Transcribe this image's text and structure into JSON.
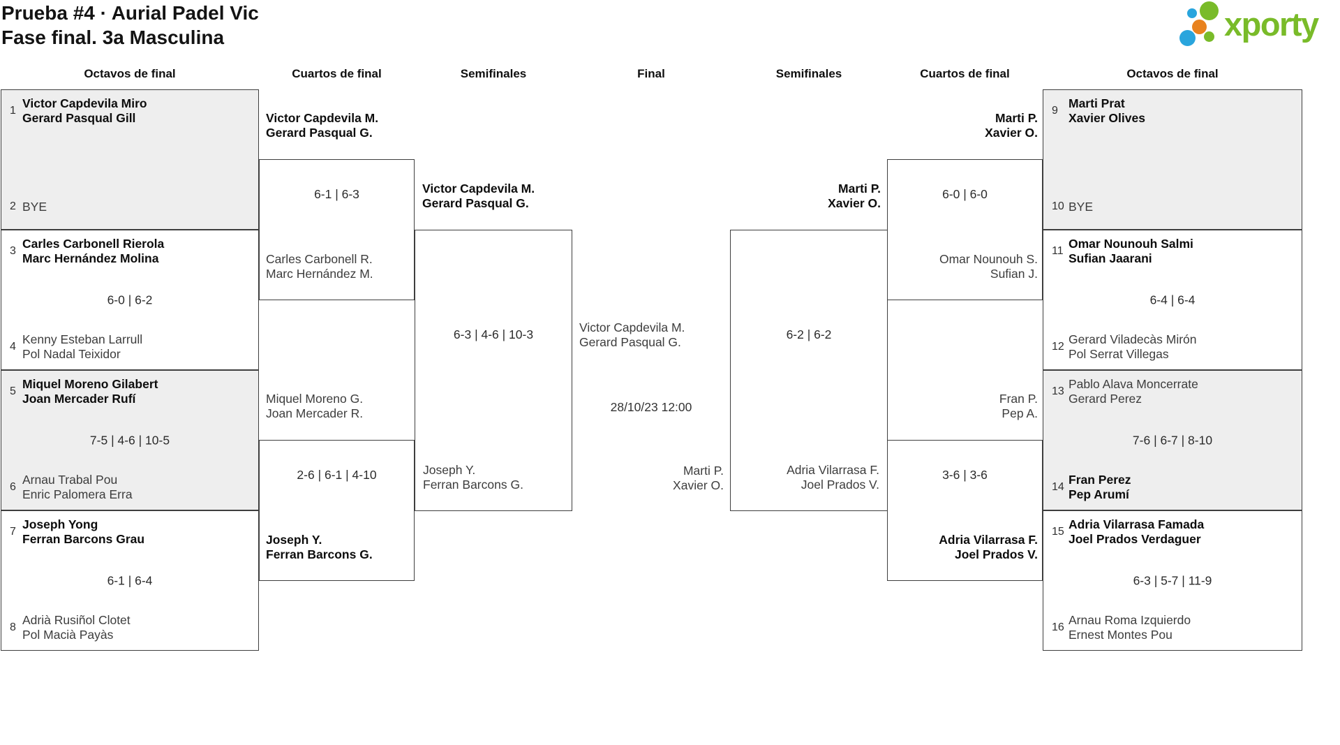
{
  "page_background": "#ffffff",
  "title": {
    "line1": "Prueba #4 · Aurial Padel Vic",
    "line2": "Fase final. 3a Masculina"
  },
  "logo": {
    "wordmark": "xporty",
    "green": "#79bb29",
    "blue": "#29a5dd",
    "orange": "#e8821e"
  },
  "round_headers": {
    "octavos_left": "Octavos de final",
    "cuartos_left": "Cuartos de final",
    "semifinals_left": "Semifinales",
    "final": "Final",
    "semifinals_right": "Semifinales",
    "cuartos_right": "Cuartos de final",
    "octavos_right": "Octavos de final"
  },
  "octavos_left": [
    {
      "top_seed": "1",
      "top1": "Victor Capdevila Miro",
      "top2": "Gerard Pasqual Gill",
      "score": "",
      "bottom_seed": "2",
      "bottom1": "BYE",
      "bottom2": ""
    },
    {
      "top_seed": "3",
      "top1": "Carles Carbonell Rierola",
      "top2": "Marc Hernández Molina",
      "score": "6-0 | 6-2",
      "bottom_seed": "4",
      "bottom1": "Kenny Esteban Larrull",
      "bottom2": "Pol Nadal Teixidor"
    },
    {
      "top_seed": "5",
      "top1": "Miquel Moreno Gilabert",
      "top2": "Joan Mercader Rufí",
      "score": "7-5 | 4-6 | 10-5",
      "bottom_seed": "6",
      "bottom1": "Arnau Trabal Pou",
      "bottom2": "Enric Palomera Erra"
    },
    {
      "top_seed": "7",
      "top1": "Joseph Yong",
      "top2": "Ferran Barcons Grau",
      "score": "6-1 | 6-4",
      "bottom_seed": "8",
      "bottom1": "Adrià Rusiñol Clotet",
      "bottom2": "Pol Macià Payàs"
    }
  ],
  "octavos_right": [
    {
      "top_seed": "9",
      "top1": "Marti Prat",
      "top2": "Xavier Olives",
      "score": "",
      "bottom_seed": "10",
      "bottom1": "BYE",
      "bottom2": ""
    },
    {
      "top_seed": "11",
      "top1": "Omar Nounouh Salmi",
      "top2": "Sufian Jaarani",
      "score": "6-4 | 6-4",
      "bottom_seed": "12",
      "bottom1": "Gerard Viladecàs Mirón",
      "bottom2": "Pol Serrat Villegas"
    },
    {
      "top_seed": "13",
      "top1": "Pablo Alava Moncerrate",
      "top2": "Gerard Perez",
      "score": "7-6 | 6-7 | 8-10",
      "bottom_seed": "14",
      "bottom1": "Fran Perez",
      "bottom2": "Pep Arumí"
    },
    {
      "top_seed": "15",
      "top1": "Adria Vilarrasa Famada",
      "top2": "Joel Prados Verdaguer",
      "score": "6-3 | 5-7 | 11-9",
      "bottom_seed": "16",
      "bottom1": "Arnau Roma Izquierdo",
      "bottom2": "Ernest Montes Pou"
    }
  ],
  "cuartos_left": [
    {
      "top1": "Victor Capdevila M.",
      "top2": "Gerard Pasqual G.",
      "score": "6-1 | 6-3",
      "bottom1": "Carles Carbonell R.",
      "bottom2": "Marc Hernández M."
    },
    {
      "top1": "Miquel Moreno G.",
      "top2": "Joan Mercader R.",
      "score": "2-6 | 6-1 | 4-10",
      "bottom1": "Joseph Y.",
      "bottom2": "Ferran Barcons G."
    }
  ],
  "cuartos_right": [
    {
      "top1": "Marti P.",
      "top2": "Xavier O.",
      "score": "6-0 | 6-0",
      "bottom1": "Omar Nounouh S.",
      "bottom2": "Sufian J."
    },
    {
      "top1": "Fran P.",
      "top2": "Pep A.",
      "score": "3-6 | 3-6",
      "bottom1": "Adria Vilarrasa F.",
      "bottom2": "Joel Prados V."
    }
  ],
  "semifinal_left": {
    "top1": "Victor Capdevila M.",
    "top2": "Gerard Pasqual G.",
    "score": "6-3 | 4-6 | 10-3",
    "bottom1": "Joseph Y.",
    "bottom2": "Ferran Barcons G."
  },
  "semifinal_right": {
    "top1": "Marti P.",
    "top2": "Xavier O.",
    "score": "6-2 | 6-2",
    "bottom1": "Adria Vilarrasa F.",
    "bottom2": "Joel Prados V."
  },
  "final": {
    "top1": "Victor Capdevila M.",
    "top2": "Gerard Pasqual G.",
    "datetime": "28/10/23 12:00",
    "bottom1": "Marti P.",
    "bottom2": "Xavier O."
  }
}
